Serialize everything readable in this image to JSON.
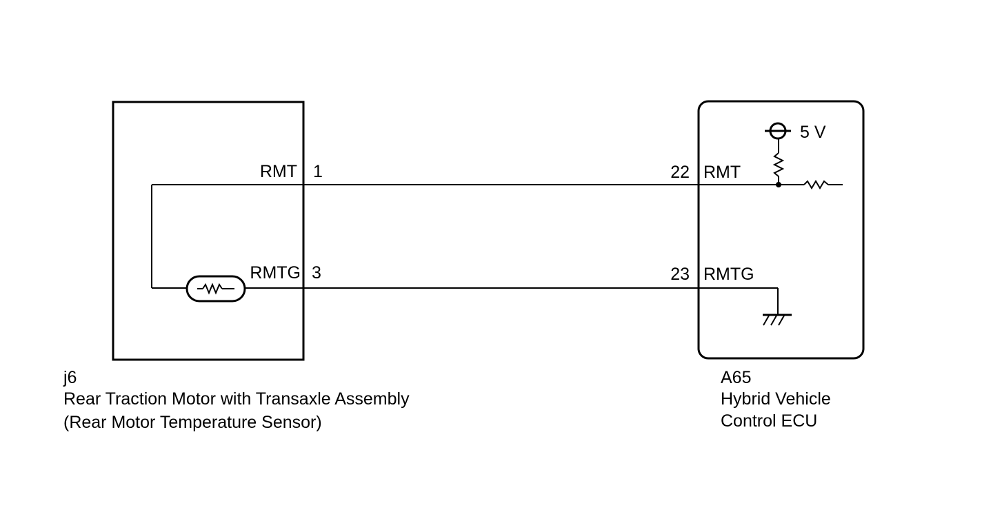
{
  "left_component": {
    "code": "j6",
    "name": "Rear Traction Motor with Transaxle Assembly",
    "detail": "(Rear Motor Temperature Sensor)",
    "pins": [
      {
        "signal": "RMT",
        "number": "1"
      },
      {
        "signal": "RMTG",
        "number": "3"
      }
    ]
  },
  "right_component": {
    "code": "A65",
    "name_line1": "Hybrid Vehicle",
    "name_line2": "Control ECU",
    "supply_label": "5 V",
    "pins": [
      {
        "number": "22",
        "signal": "RMT"
      },
      {
        "number": "23",
        "signal": "RMTG"
      }
    ]
  },
  "icons": [
    "thermistor-icon",
    "resistor-icon",
    "voltage-source-icon",
    "ground-icon"
  ]
}
